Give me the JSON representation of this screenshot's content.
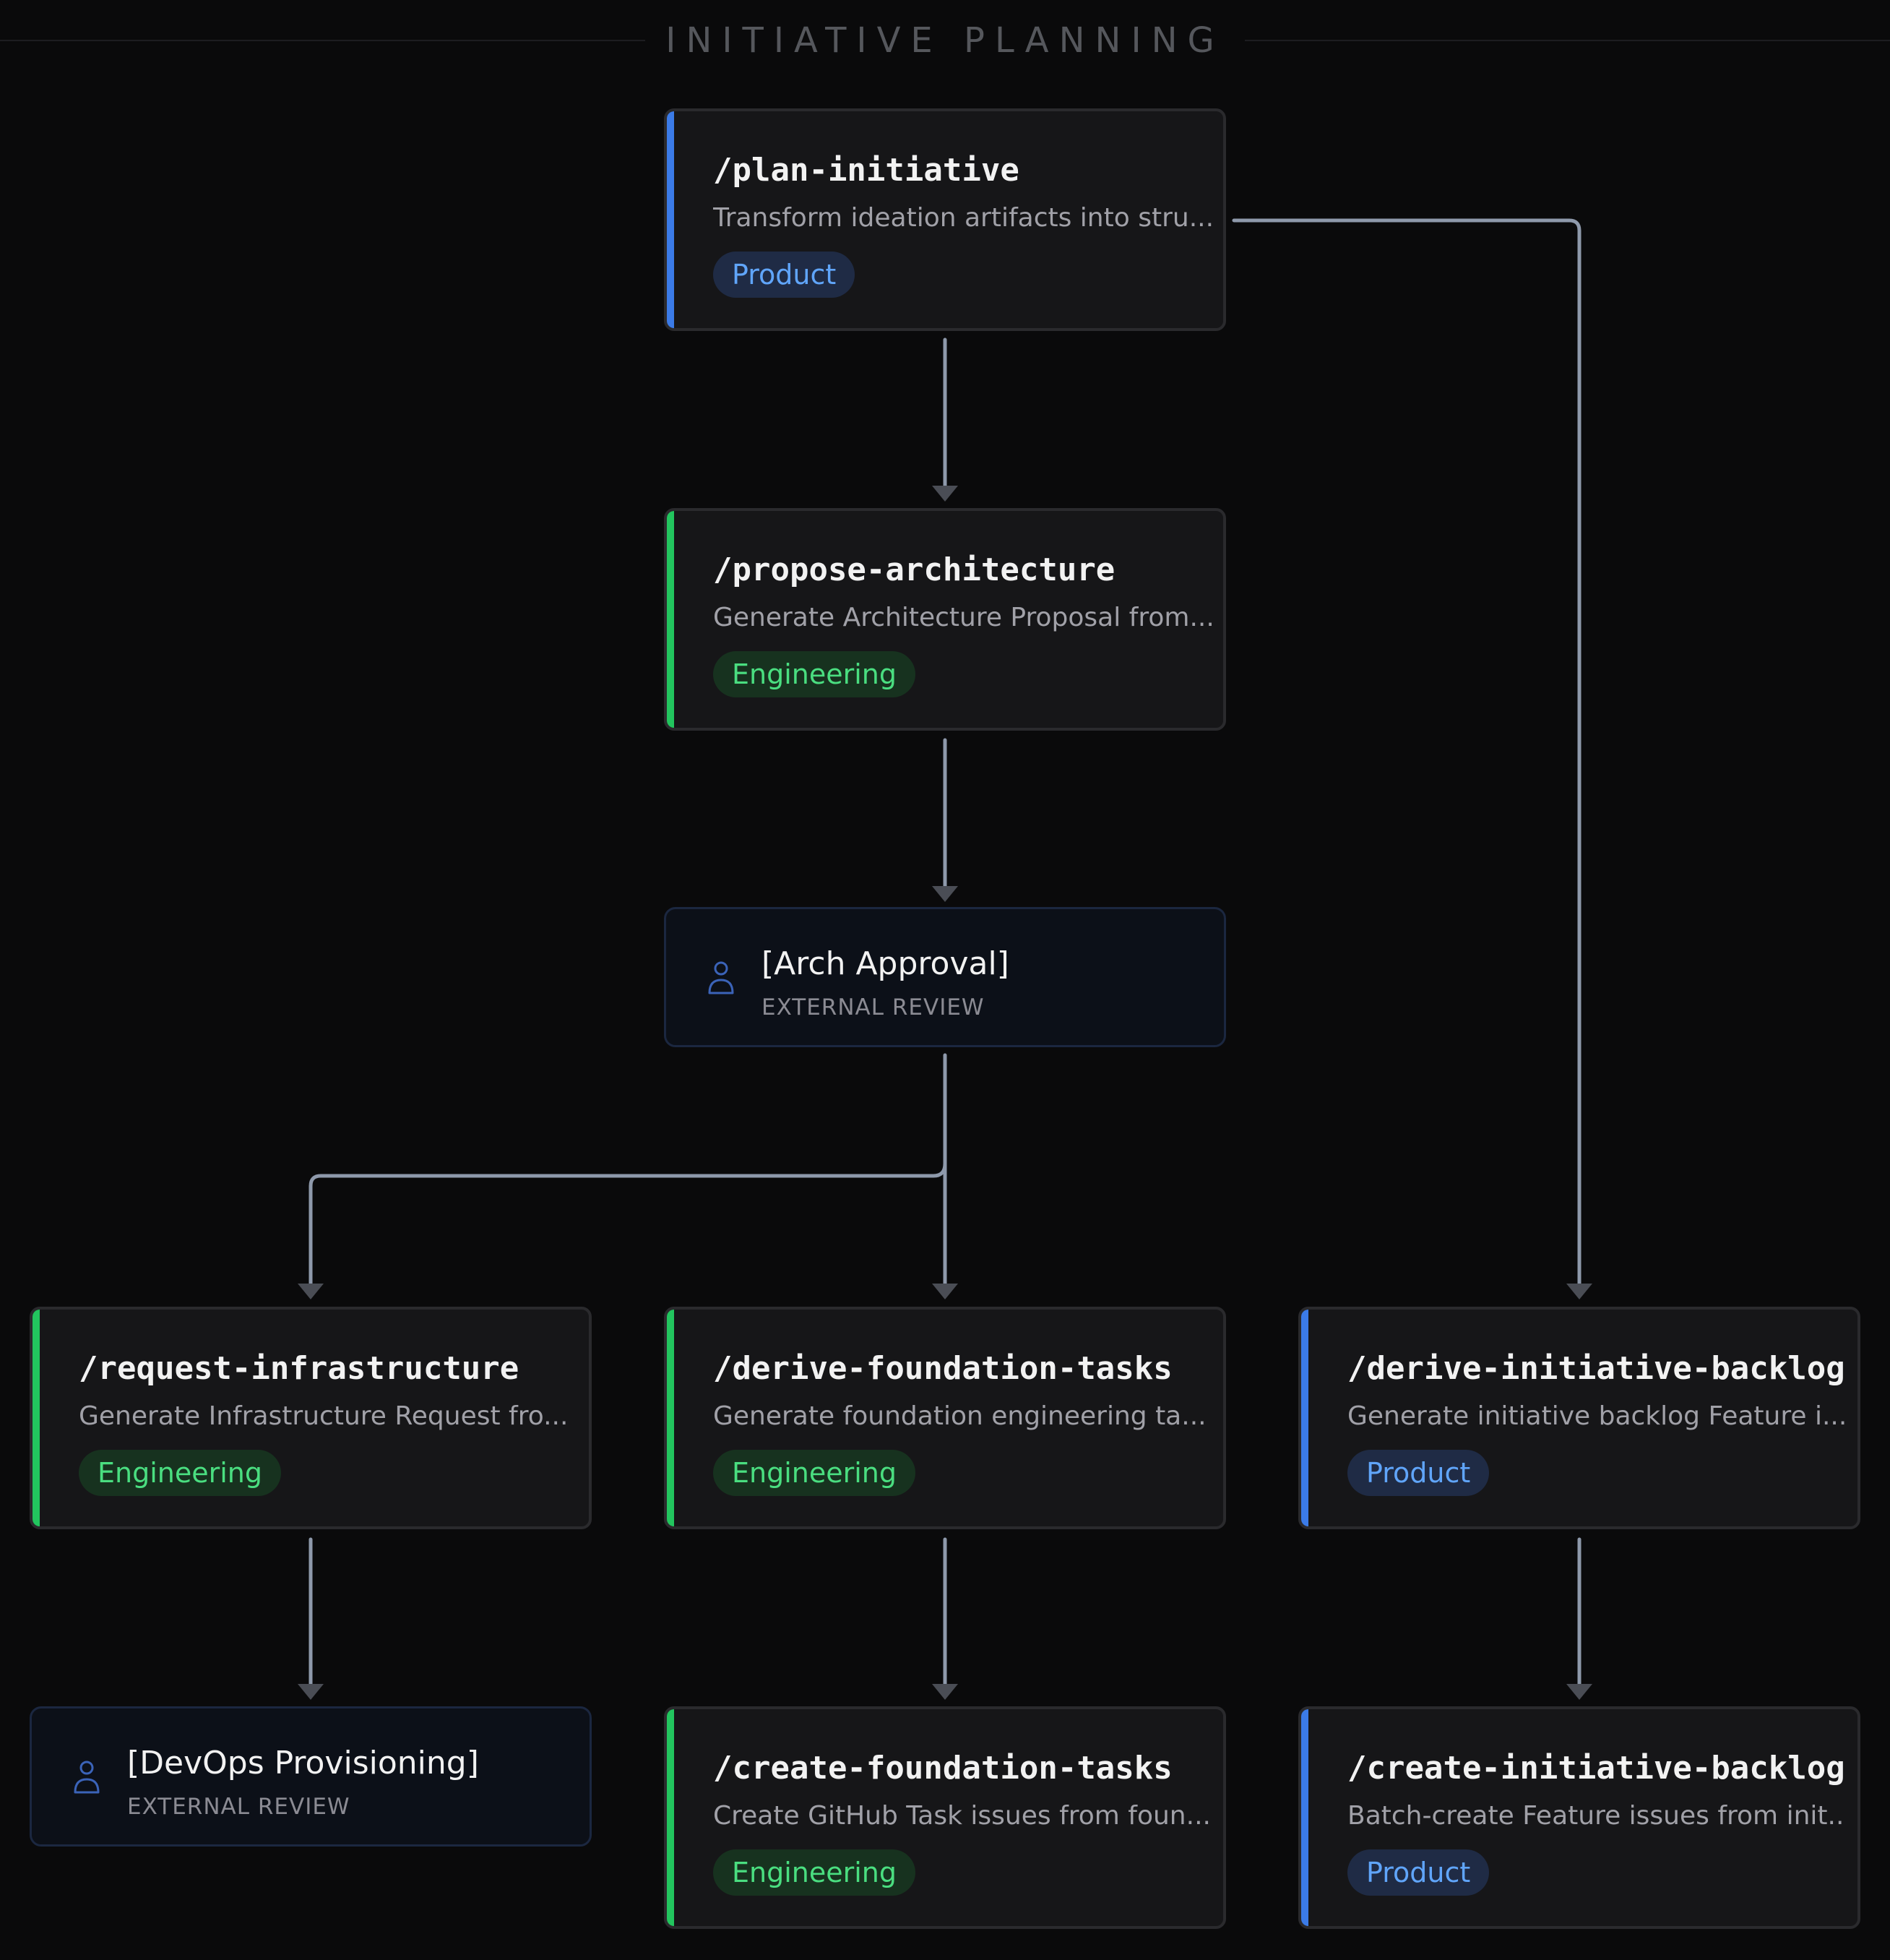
{
  "diagram": {
    "title": "INITIATIVE PLANNING",
    "colors": {
      "product_accent": "#3b7be8",
      "product_tag_text": "#60a5fa",
      "engineering_accent": "#22c55e",
      "engineering_tag_text": "#4ade80",
      "edge": "#8e99ab",
      "arrowhead": "#4a4d55",
      "background": "#0a0a0b"
    },
    "nodes": [
      {
        "id": "plan-initiative",
        "kind": "command",
        "command": "/plan-initiative",
        "description": "Transform ideation artifacts into stru...",
        "tag": "Product",
        "category": "product"
      },
      {
        "id": "propose-architecture",
        "kind": "command",
        "command": "/propose-architecture",
        "description": "Generate Architecture Proposal from...",
        "tag": "Engineering",
        "category": "engineering"
      },
      {
        "id": "arch-approval",
        "kind": "review",
        "title": "[Arch Approval]",
        "subtitle": "EXTERNAL REVIEW",
        "icon": "person-icon"
      },
      {
        "id": "request-infrastructure",
        "kind": "command",
        "command": "/request-infrastructure",
        "description": "Generate Infrastructure Request fro...",
        "tag": "Engineering",
        "category": "engineering"
      },
      {
        "id": "derive-foundation-tasks",
        "kind": "command",
        "command": "/derive-foundation-tasks",
        "description": "Generate foundation engineering ta...",
        "tag": "Engineering",
        "category": "engineering"
      },
      {
        "id": "derive-initiative-backlog",
        "kind": "command",
        "command": "/derive-initiative-backlog",
        "description": "Generate initiative backlog Feature i...",
        "tag": "Product",
        "category": "product"
      },
      {
        "id": "devops-provisioning",
        "kind": "review",
        "title": "[DevOps Provisioning]",
        "subtitle": "EXTERNAL REVIEW",
        "icon": "person-icon"
      },
      {
        "id": "create-foundation-tasks",
        "kind": "command",
        "command": "/create-foundation-tasks",
        "description": "Create GitHub Task issues from foun...",
        "tag": "Engineering",
        "category": "engineering"
      },
      {
        "id": "create-initiative-backlog",
        "kind": "command",
        "command": "/create-initiative-backlog",
        "description": "Batch-create Feature issues from init...",
        "tag": "Product",
        "category": "product"
      }
    ],
    "edges": [
      {
        "from": "plan-initiative",
        "to": "propose-architecture"
      },
      {
        "from": "plan-initiative",
        "to": "derive-initiative-backlog"
      },
      {
        "from": "propose-architecture",
        "to": "arch-approval"
      },
      {
        "from": "arch-approval",
        "to": "request-infrastructure"
      },
      {
        "from": "arch-approval",
        "to": "derive-foundation-tasks"
      },
      {
        "from": "request-infrastructure",
        "to": "devops-provisioning"
      },
      {
        "from": "derive-foundation-tasks",
        "to": "create-foundation-tasks"
      },
      {
        "from": "derive-initiative-backlog",
        "to": "create-initiative-backlog"
      }
    ]
  }
}
